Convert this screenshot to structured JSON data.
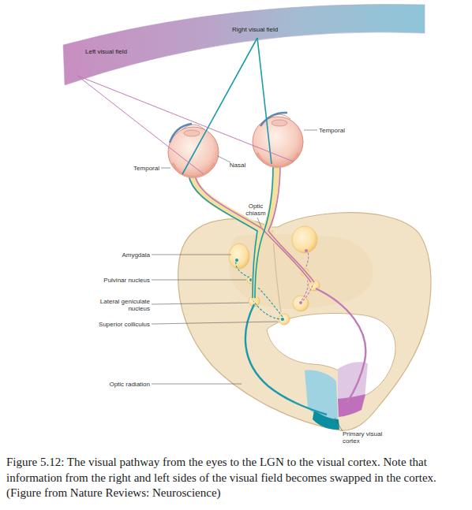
{
  "diagram": {
    "caption": "Figure 5.12: The visual pathway from the eyes to the LGN to the visual cortex. Note that information from the right and left sides of the visual field becomes swapped in the cortex. (Figure from Nature Reviews: Neuroscience)",
    "nodes": [
      {
        "text": [
          "Left visual field",
          "Right visual field"
        ]
      }
    ],
    "labels": [
      "Temporal",
      "Nasal",
      "Temporal",
      "Optic chiasm",
      "Amygdala",
      "Pulvinar nucleus",
      "Lateral geniculate nucleus",
      "Superior colliculus",
      "Optic radiation",
      "Primary visual cortex"
    ]
  }
}
